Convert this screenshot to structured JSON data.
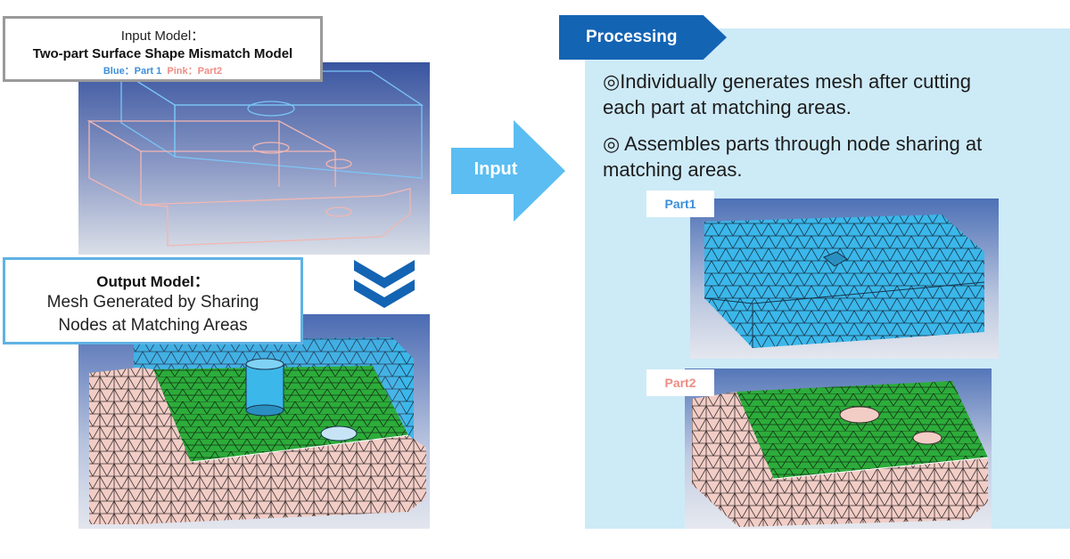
{
  "input_model": {
    "heading": "Input Model：",
    "title": "Two-part Surface Shape Mismatch Model",
    "legend_blue": "Blue：Part 1",
    "legend_pink": "Pink：Part2"
  },
  "output_model": {
    "heading": "Output Model：",
    "line1": "Mesh Generated by Sharing",
    "line2": "Nodes at Matching Areas"
  },
  "arrow": {
    "label": "Input"
  },
  "processing": {
    "header": "Processing",
    "bullet1_line1": "◎Individually generates mesh after cutting",
    "bullet1_line2": "each part at matching areas.",
    "bullet2_line1": "◎ Assembles parts through node sharing at",
    "bullet2_line2": "matching areas."
  },
  "parts": {
    "part1_label": "Part1",
    "part2_label": "Part2"
  },
  "colors": {
    "processing_bg": "#cdeaf7",
    "processing_tab": "#1464b4",
    "arrow": "#5bbdf2",
    "part1_blue": "#3bb7ea",
    "part2_pink": "#f2cdc6",
    "mating_green": "#2cac3a",
    "frame_blue": "#5fb2e4"
  }
}
